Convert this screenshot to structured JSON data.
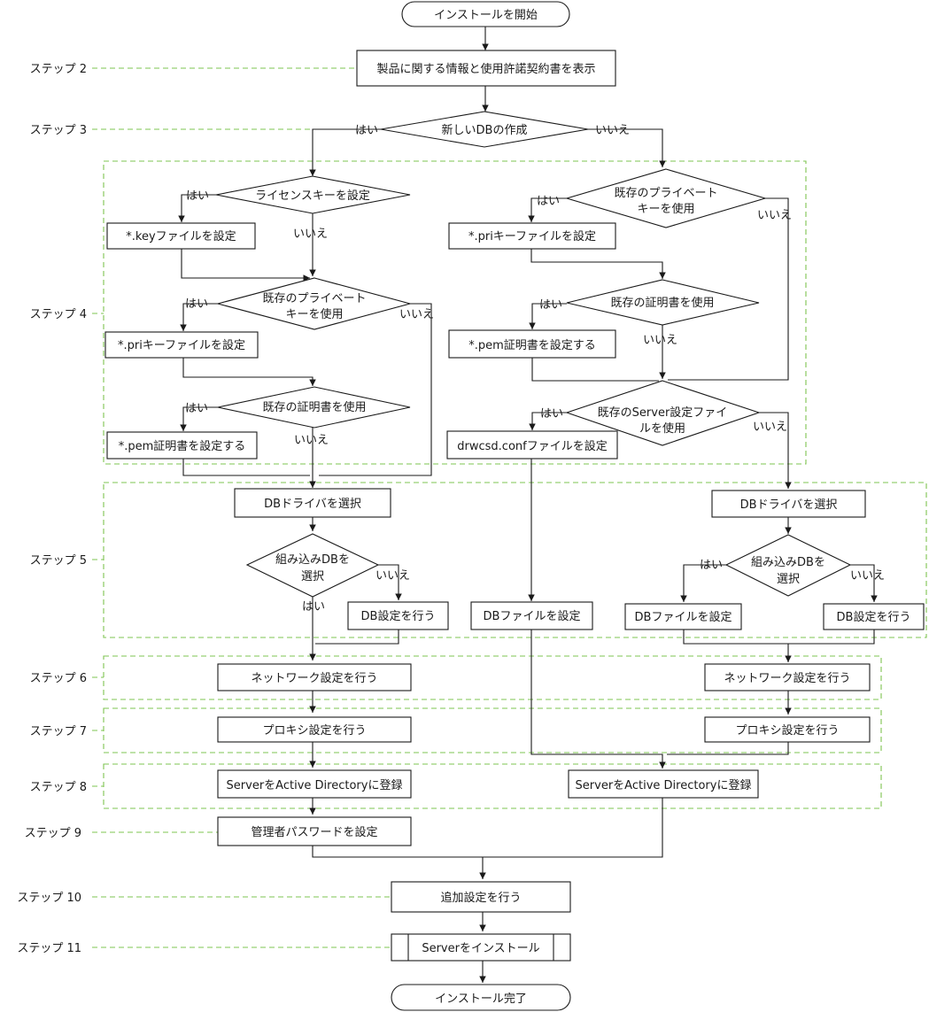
{
  "steps": {
    "s2": "ステップ 2",
    "s3": "ステップ 3",
    "s4": "ステップ 4",
    "s5": "ステップ 5",
    "s6": "ステップ 6",
    "s7": "ステップ 7",
    "s8": "ステップ 8",
    "s9": "ステップ 9",
    "s10": "ステップ 10",
    "s11": "ステップ 11"
  },
  "nodes": {
    "start": "インストールを開始",
    "product_info": "製品に関する情報と使用許諾契約書を表示",
    "new_db": "新しいDBの作成",
    "license_key": "ライセンスキーを設定",
    "key_file": "*.keyファイルを設定",
    "existing_private_key": [
      "既存のプライベート",
      "キーを使用"
    ],
    "pri_file": "*.priキーファイルを設定",
    "existing_cert": "既存の証明書を使用",
    "pem_cert": "*.pem証明書を設定する",
    "existing_server_conf": [
      "既存のServer設定ファイ",
      "ルを使用"
    ],
    "drwcsd_conf": "drwcsd.confファイルを設定",
    "db_driver": "DBドライバを選択",
    "embedded_db": [
      "組み込みDBを",
      "選択"
    ],
    "db_settings": "DB設定を行う",
    "db_file": "DBファイルを設定",
    "network": "ネットワーク設定を行う",
    "proxy": "プロキシ設定を行う",
    "ad_register": "ServerをActive Directoryに登録",
    "admin_password": "管理者パスワードを設定",
    "additional": "追加設定を行う",
    "install_server": "Serverをインストール",
    "finish": "インストール完了"
  },
  "branch": {
    "yes": "はい",
    "no": "いいえ"
  },
  "colors": {
    "line": "#1a1a1a",
    "step_frame": "#7ec450"
  }
}
